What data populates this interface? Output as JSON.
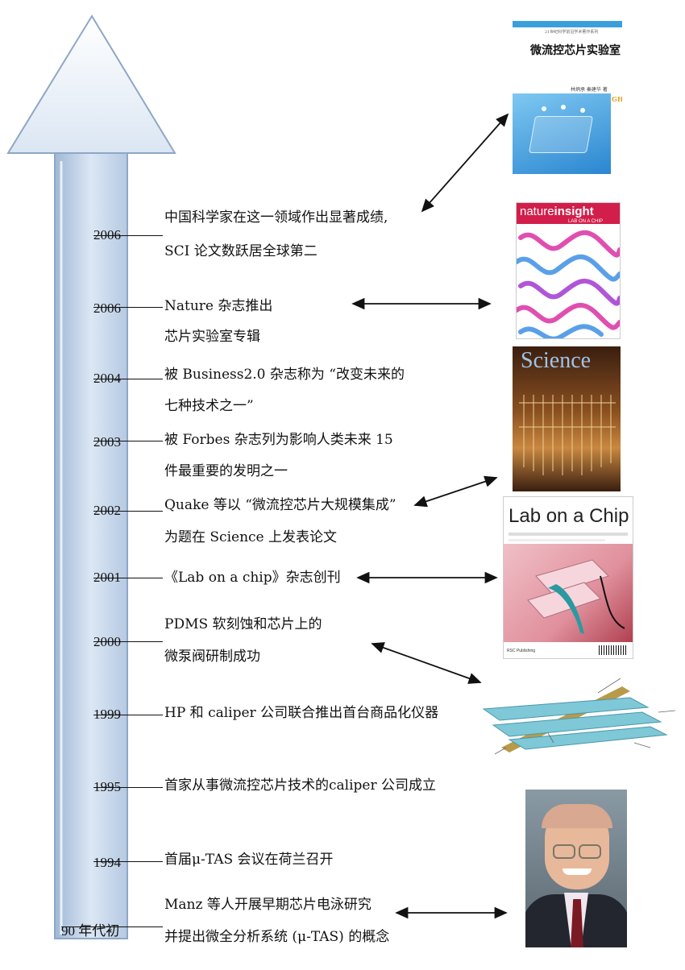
{
  "timeline": {
    "events": [
      {
        "year": "2006",
        "lines": [
          "中国科学家在这一领域作出显著成绩,",
          "SCI 论文数跃居全球第二"
        ]
      },
      {
        "year": "2006",
        "lines": [
          "Nature 杂志推出",
          "芯片实验室专辑"
        ]
      },
      {
        "year": "2004",
        "lines": [
          "被 Business2.0 杂志称为 “改变未来的",
          "七种技术之一”"
        ]
      },
      {
        "year": "2003",
        "lines": [
          "被 Forbes 杂志列为影响人类未来 15",
          "件最重要的发明之一"
        ]
      },
      {
        "year": "2002",
        "lines": [
          "Quake 等以 “微流控芯片大规模集成”",
          "为题在 Science 上发表论文"
        ]
      },
      {
        "year": "2001",
        "lines": [
          "《Lab on a chip》杂志创刊"
        ]
      },
      {
        "year": "2000",
        "lines": [
          "PDMS 软刻蚀和芯片上的",
          "微泵阀研制成功"
        ]
      },
      {
        "year": "1999",
        "lines": [
          "HP 和 caliper 公司联合推出首台商品化仪器"
        ]
      },
      {
        "year": "1995",
        "lines": [
          "首家从事微流控芯片技术的caliper 公司成立"
        ]
      },
      {
        "year": "1994",
        "lines": [
          "首届μ-TAS 会议在荷兰召开"
        ]
      },
      {
        "year": "90 年代初",
        "lines": [
          "Manz 等人开展早期芯片电泳研究",
          "并提出微全分析系统 (μ-TAS) 的概念"
        ]
      }
    ]
  },
  "images": {
    "book": {
      "title": "微流控芯片实验室",
      "series": "21世纪科学前沿学术著作系列",
      "authors": "林炳承 秦建华 著",
      "logo": "GH"
    },
    "nature": {
      "brand_left": "nature",
      "brand_right": "insight",
      "subtitle": "LAB ON A CHIP"
    },
    "science": {
      "title": "Science"
    },
    "loac": {
      "title": "Lab on a Chip",
      "publisher": "RSC Publishing"
    }
  },
  "colors": {
    "arrow_fill": "#c9d9ec",
    "arrow_stroke": "#8ea7c6",
    "tick": "#111111"
  }
}
